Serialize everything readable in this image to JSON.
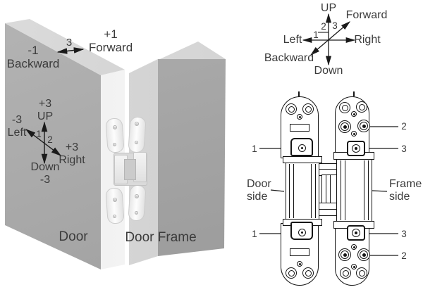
{
  "illustration": {
    "backward": "-1\nBackward",
    "range3": "3",
    "forward": "+1\nForward",
    "up": "+3\nUP",
    "left": "-3\nLeft",
    "right": "+3\nRight",
    "down": "Down\n-3",
    "num1": "1",
    "num2": "2",
    "door": "Door",
    "door_frame": "Door Frame"
  },
  "compass": {
    "up": "UP",
    "forward": "Forward",
    "left": "Left",
    "right": "Right",
    "backward": "Backward",
    "down": "Down",
    "num1": "1",
    "num2": "2",
    "num3": "3"
  },
  "hinge_diagram": {
    "door_side": "Door\nside",
    "frame_side": "Frame\nside",
    "callout_top_left": "1",
    "callout_top_right_upper": "2",
    "callout_top_right_lower": "3",
    "callout_bottom_left": "1",
    "callout_bottom_right_upper": "3",
    "callout_bottom_right_lower": "2"
  },
  "colors": {
    "door_face": "#a7a7a7",
    "door_top": "#d4d4d4",
    "door_edge": "#f2f2f2",
    "frame_face": "#a2a2a2",
    "frame_side_face": "#c9c9c9",
    "frame_top": "#d6d6d6",
    "line": "#1a1a1a",
    "text": "#3b3b3b",
    "background": "#ffffff"
  }
}
